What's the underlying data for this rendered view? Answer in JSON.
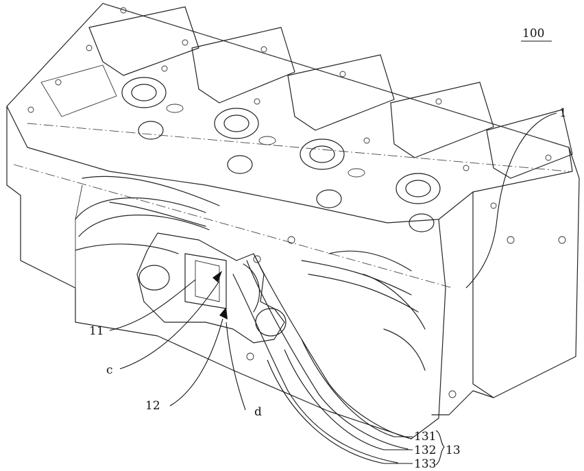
{
  "labels": {
    "assembly": "100",
    "part_1": "1",
    "part_11": "11",
    "part_c": "c",
    "part_12": "12",
    "part_d": "d",
    "part_131": "131",
    "part_132": "132",
    "part_133": "133",
    "group_13": "13"
  }
}
